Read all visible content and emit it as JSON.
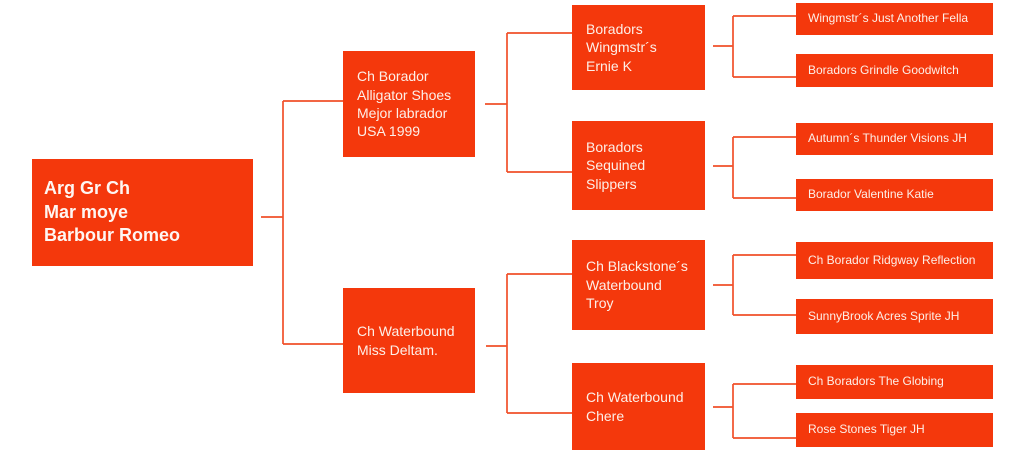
{
  "diagram": {
    "type": "pedigree-family-tree",
    "colors": {
      "node_fill": "#f4380c",
      "connector_line": "#f1502a",
      "node_text": "#fdefe8",
      "background": "#ffffff"
    },
    "nodes": {
      "root": {
        "name": "Arg Gr Ch\nMar moye\nBarbour Romeo"
      },
      "gen2": [
        {
          "name": "Ch Borador\nAlligator Shoes\nMejor labrador\nUSA 1999"
        },
        {
          "name": "Ch Waterbound\nMiss Deltam."
        }
      ],
      "gen3": [
        {
          "name": "Boradors\nWingmstr´s\nErnie K"
        },
        {
          "name": "Boradors\nSequined\nSlippers"
        },
        {
          "name": "Ch Blackstone´s\nWaterbound\nTroy"
        },
        {
          "name": "Ch Waterbound\nChere"
        }
      ],
      "gen4": [
        {
          "name": "Wingmstr´s Just Another Fella"
        },
        {
          "name": "Boradors Grindle Goodwitch"
        },
        {
          "name": "Autumn´s Thunder Visions JH"
        },
        {
          "name": "Borador Valentine Katie"
        },
        {
          "name": "Ch Borador Ridgway Reflection"
        },
        {
          "name": "SunnyBrook Acres Sprite JH"
        },
        {
          "name": "Ch Boradors The Globing"
        },
        {
          "name": "Rose Stones Tiger JH"
        }
      ]
    }
  }
}
